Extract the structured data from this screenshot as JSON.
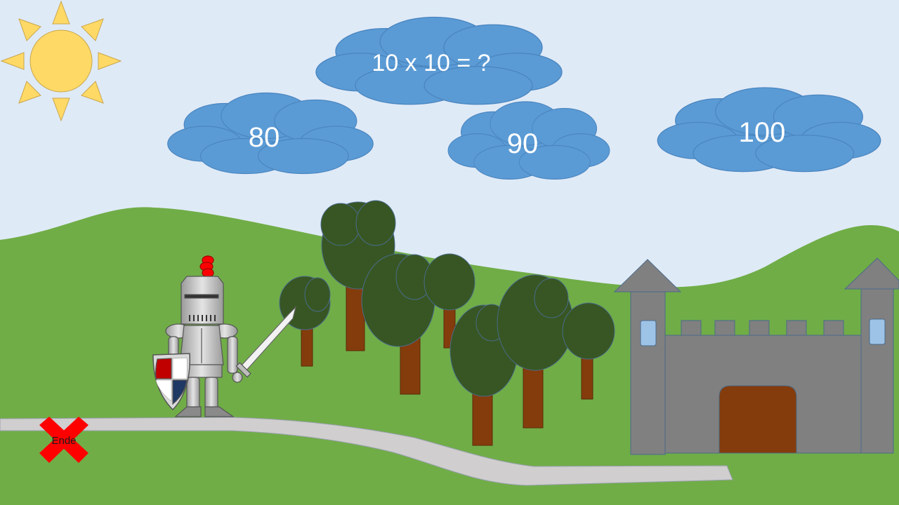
{
  "question": "10 x 10 = ?",
  "answers": [
    {
      "label": "80"
    },
    {
      "label": "90"
    },
    {
      "label": "100"
    }
  ],
  "exit_button": {
    "label": "Ende"
  },
  "colors": {
    "sky": "#dfeaf7",
    "grass": "#70ad47",
    "cloud": "#5b9bd5",
    "path": "#d0cece",
    "castle": "#808080",
    "gate": "#843c0c",
    "tree_leaves": "#375623",
    "tree_trunk": "#843c0c",
    "sun": "#ffd966",
    "exit": "#ff0000"
  }
}
